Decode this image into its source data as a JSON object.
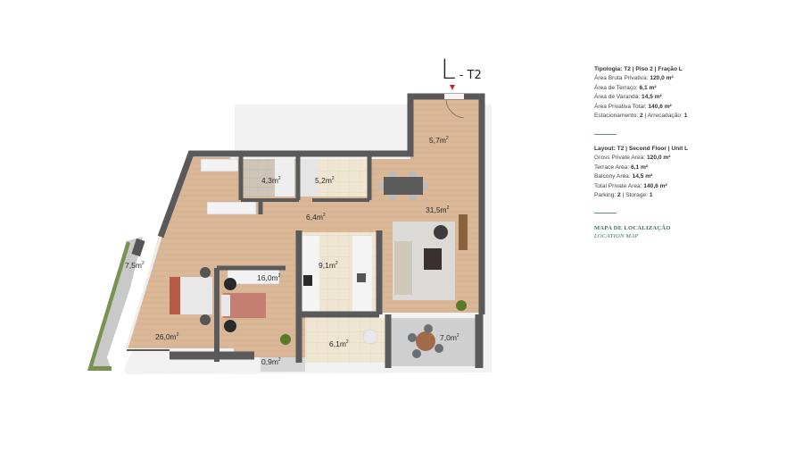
{
  "unit": {
    "letter": "L",
    "type": "- T2",
    "entrance_marker_color": "#d0202a"
  },
  "rooms": [
    {
      "id": "entrance-hall",
      "area": "5,7",
      "unit": "m²"
    },
    {
      "id": "living-dining",
      "area": "31,5",
      "unit": "m²"
    },
    {
      "id": "bathroom-1",
      "area": "4,3",
      "unit": "m²"
    },
    {
      "id": "bathroom-2",
      "area": "5,2",
      "unit": "m²"
    },
    {
      "id": "corridor",
      "area": "6,4",
      "unit": "m²"
    },
    {
      "id": "kitchen",
      "area": "9,1",
      "unit": "m²"
    },
    {
      "id": "bedroom-2",
      "area": "16,0",
      "unit": "m²"
    },
    {
      "id": "master-bedroom",
      "area": "26,0",
      "unit": "m²"
    },
    {
      "id": "terrace",
      "area": "7,5",
      "unit": "m²"
    },
    {
      "id": "laundry",
      "area": "6,1",
      "unit": "m²"
    },
    {
      "id": "balcony",
      "area": "7,0",
      "unit": "m²"
    },
    {
      "id": "small-balcony",
      "area": "0,9",
      "unit": "m²"
    }
  ],
  "info_pt": {
    "title": "Tipologia: T2 | Piso 2 | Fração L",
    "lines": [
      {
        "label": "Área Bruta Privativa: ",
        "value": "120,0 m²"
      },
      {
        "label": "Área de Terraço: ",
        "value": "6,1 m²"
      },
      {
        "label": "Área de Varanda: ",
        "value": "14,5 m²"
      },
      {
        "label": "Área Privativa Total: ",
        "value": "140,6 m²"
      }
    ],
    "parking_label": "Estacionamento: ",
    "parking_value": "2",
    "storage_label": " | Arrecadação: ",
    "storage_value": "1"
  },
  "info_en": {
    "title": "Layout: T2 | Second Floor | Unit L",
    "lines": [
      {
        "label": "Gross Private Area: ",
        "value": "120,0 m²"
      },
      {
        "label": "Terrace Area: ",
        "value": "6,1 m²"
      },
      {
        "label": "Balcony Area: ",
        "value": "14,5 m²"
      },
      {
        "label": "Total Private Area: ",
        "value": "140,6 m²"
      }
    ],
    "parking_label": "Parking: ",
    "parking_value": "2",
    "storage_label": " | Storage: ",
    "storage_value": "1"
  },
  "map_link": {
    "pt": "MAPA DE LOCALIZAÇÃO",
    "en": "LOCATION MAP"
  },
  "colors": {
    "accent": "#3f6b62",
    "divider": "#5f8c84",
    "wall": "#5a5a5a",
    "wood_floor": "#d9b797",
    "tile_floor": "#efe6d2",
    "bath_floor": "#c9c1b2",
    "outdoor": "#c8c8c8"
  }
}
